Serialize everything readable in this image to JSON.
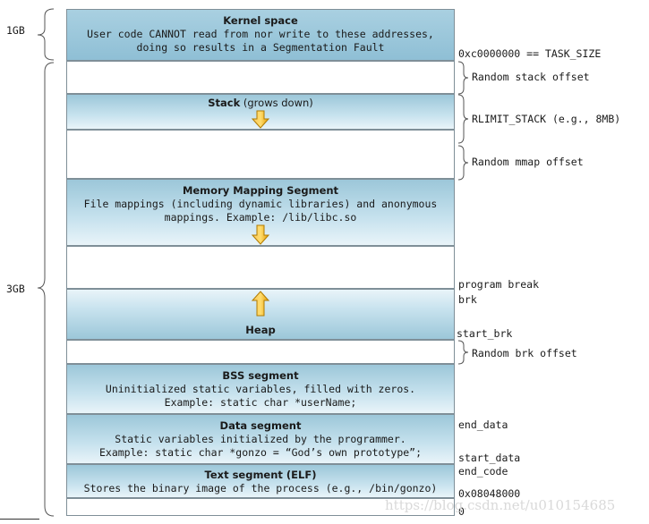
{
  "left_labels": {
    "kernel_size": "1GB",
    "user_size": "3GB"
  },
  "segments": {
    "kernel": {
      "title": "Kernel space",
      "desc1": "User code CANNOT read from nor write to these addresses,",
      "desc2": "doing so results in a Segmentation Fault"
    },
    "stack": {
      "title": "Stack",
      "subtitle": " (grows down)"
    },
    "mmap": {
      "title": "Memory Mapping Segment",
      "desc1": "File mappings (including dynamic libraries) and anonymous",
      "desc2": "mappings. Example: /lib/libc.so"
    },
    "heap": {
      "title": "Heap"
    },
    "bss": {
      "title": "BSS segment",
      "desc1": "Uninitialized static variables, filled with zeros.",
      "desc2": "Example: static char *userName;"
    },
    "data": {
      "title": "Data segment",
      "desc1": "Static variables initialized by the programmer.",
      "desc2": "Example: static char *gonzo = “God’s own prototype”;"
    },
    "text": {
      "title": "Text segment (ELF)",
      "desc1": "Stores the binary image of the process (e.g., /bin/gonzo)"
    }
  },
  "right_labels": {
    "task_size": "0xc0000000 == TASK_SIZE",
    "random_stack_offset": "Random stack offset",
    "rlimit_stack": "RLIMIT_STACK (e.g., 8MB)",
    "random_mmap_offset": "Random mmap offset",
    "program_break": "program break",
    "brk": "brk",
    "start_brk": "start_brk",
    "random_brk_offset": "Random brk offset",
    "end_data": "end_data",
    "start_data": "start_data",
    "end_code": "end_code",
    "text_start": "0x08048000",
    "zero": "0"
  },
  "watermark": "https://blog.csdn.net/u010154685",
  "colors": {
    "segment_blue": "#9cc7d9",
    "kernel_blue": "#8fbfd5",
    "arrow_orange": "#f5a800",
    "border": "#7f8f98"
  },
  "icons": {
    "stack_arrow": "arrow-down-icon",
    "mmap_arrow": "arrow-down-icon",
    "heap_arrow": "arrow-up-icon"
  }
}
